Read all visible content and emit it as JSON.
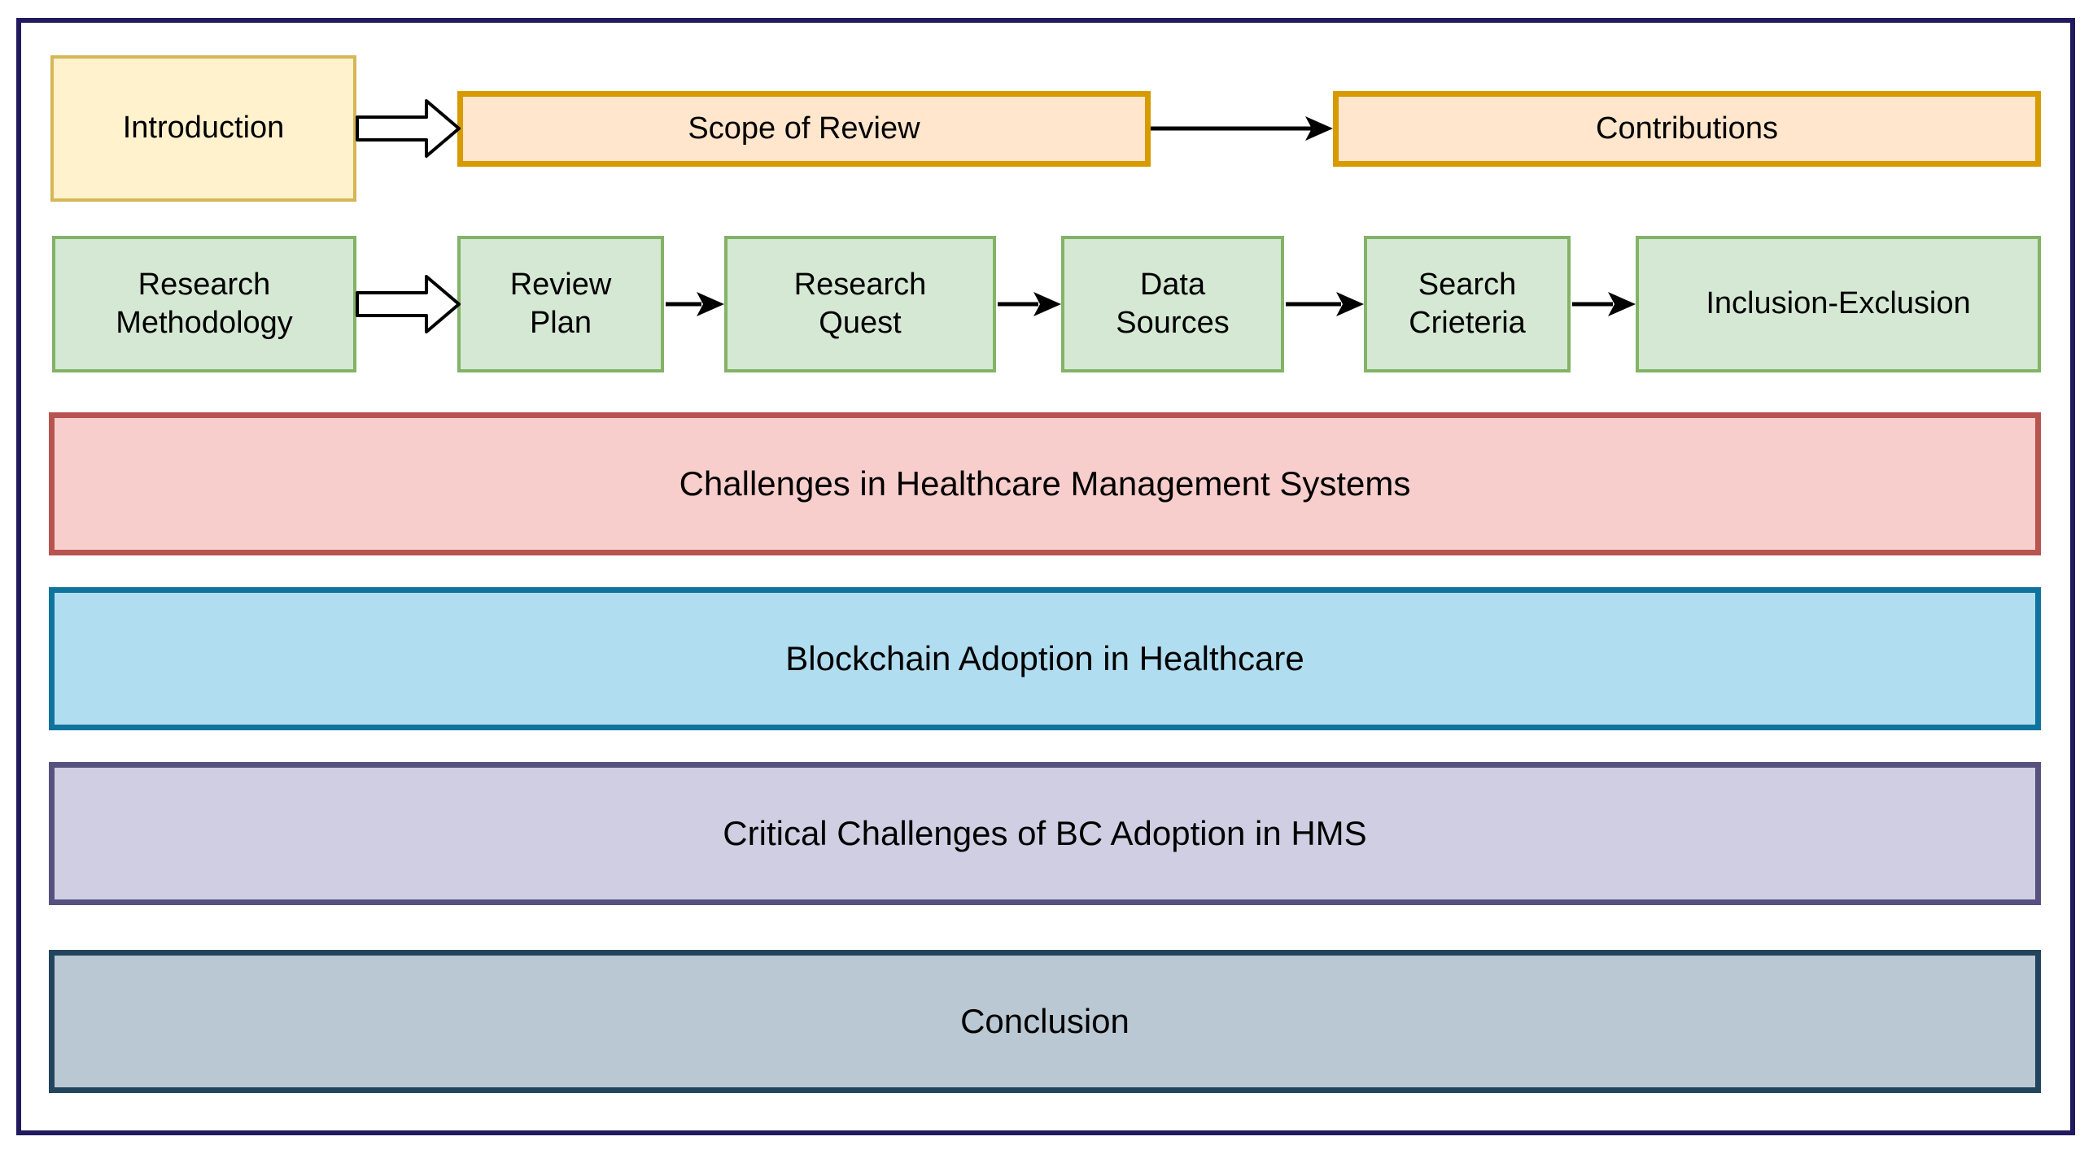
{
  "figure": {
    "title_semantic": "Paper organization flow diagram",
    "frame_color": "#211a5e",
    "row1": {
      "introduction": {
        "label": "Introduction",
        "fill": "#FFF2CC",
        "stroke": "#D6B656"
      },
      "scope_of_review": {
        "label": "Scope of Review",
        "fill": "#FFE6CC",
        "stroke": "#D79B00"
      },
      "contributions": {
        "label": "Contributions",
        "fill": "#FFE6CC",
        "stroke": "#D79B00"
      }
    },
    "row2": {
      "research_methodology": {
        "label": "Research Methodology",
        "fill": "#D5E8D4",
        "stroke": "#82B366"
      },
      "review_plan": {
        "label": "Review Plan",
        "fill": "#D5E8D4",
        "stroke": "#82B366"
      },
      "research_quest": {
        "label": "Research Quest",
        "fill": "#D5E8D4",
        "stroke": "#82B366"
      },
      "data_sources": {
        "label": "Data Sources",
        "fill": "#D5E8D4",
        "stroke": "#82B366"
      },
      "search_crieteria": {
        "label": "Search Crieteria",
        "fill": "#D5E8D4",
        "stroke": "#82B366"
      },
      "inclusion_exclusion": {
        "label": "Inclusion-Exclusion",
        "fill": "#D5E8D4",
        "stroke": "#82B366"
      }
    },
    "bars": {
      "challenges_hms": {
        "label": "Challenges in Healthcare Management Systems",
        "fill": "#F8CECC",
        "stroke": "#B85450"
      },
      "blockchain_adoption": {
        "label": "Blockchain Adoption in Healthcare",
        "fill": "#B1DDF0",
        "stroke": "#10739E"
      },
      "critical_challenges": {
        "label": "Critical Challenges of BC Adoption in HMS",
        "fill": "#D0CEE2",
        "stroke": "#56517E"
      },
      "conclusion": {
        "label": "Conclusion",
        "fill": "#BAC8D3",
        "stroke": "#23445D"
      }
    },
    "arrow_color": "#000000"
  }
}
